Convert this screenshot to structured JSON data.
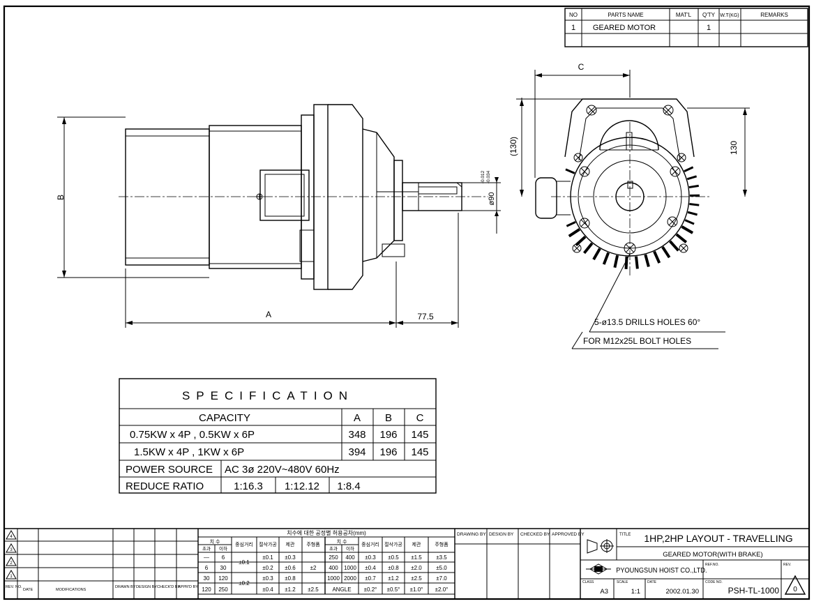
{
  "parts_table": {
    "headers": [
      "NO",
      "PARTS NAME",
      "MAT'L",
      "Q'TY",
      "W.T(KG)",
      "REMARKS"
    ],
    "rows": [
      [
        "1",
        "GEARED MOTOR",
        "",
        "1",
        "",
        ""
      ]
    ]
  },
  "dimensions": {
    "a": "A",
    "b": "B",
    "c": "C",
    "shaft_len": "77.5",
    "diameter_main": "ø90",
    "tol_upper": "-0.012",
    "tol_lower": "-0.034",
    "height_paren": "(130)",
    "height_130": "130"
  },
  "notes": {
    "drills": "5-ø13.5 DRILLS HOLES 60°",
    "bolts": "FOR M12x25L BOLT HOLES"
  },
  "specification": {
    "title": "SPECIFICATION",
    "capacity_header": "CAPACITY",
    "col_a": "A",
    "col_b": "B",
    "col_c": "C",
    "rows": [
      {
        "capacity": "0.75KW x 4P , 0.5KW x 6P",
        "a": "348",
        "b": "196",
        "c": "145"
      },
      {
        "capacity": "1.5KW x 4P , 1KW x 6P",
        "a": "394",
        "b": "196",
        "c": "145"
      }
    ],
    "power_label": "POWER SOURCE",
    "power_value": "AC 3ø 220V~480V 60Hz",
    "ratio_label": "REDUCE RATIO",
    "ratios": [
      "1:16.3",
      "1:12.12",
      "1:8.4"
    ]
  },
  "title_block": {
    "rev_header": [
      "REV. NO.",
      "DATE",
      "MODIFICATIONS",
      "DRAWN BY",
      "DESIGN BY",
      "CHECK'D BY",
      "APPR'D BY"
    ],
    "tolerance_title": "치수에 대한 공정별 허용공차(mm)",
    "tol_head": [
      "치 수",
      "중심거리",
      "절삭가공",
      "제관",
      "주형품"
    ],
    "tol_sub": [
      "초과",
      "이하"
    ],
    "tol_rows": [
      [
        "—",
        "6",
        "±0.1",
        "±0.3"
      ],
      [
        "6",
        "30",
        "±0.2",
        "±0.6"
      ],
      [
        "30",
        "120",
        "±0.3",
        "±0.8"
      ],
      [
        "120",
        "250",
        "±0.4",
        "±1.2"
      ]
    ],
    "tol_center_1": "±0.1",
    "tol_center_2": "±0.2",
    "tol_cast_a": "±2",
    "tol_cast_b": "±2.5",
    "tol_rows_right": [
      [
        "250",
        "400",
        "±0.3",
        "±0.5",
        "±1.5",
        "±3.5"
      ],
      [
        "400",
        "1000",
        "±0.4",
        "±0.8",
        "±2.0",
        "±5.0"
      ],
      [
        "1000",
        "2000",
        "±0.7",
        "±1.2",
        "±2.5",
        "±7.0"
      ],
      [
        "ANGLE",
        "",
        "±0.2°",
        "±0.5°",
        "±1.0°",
        "±2.0°"
      ]
    ],
    "sign_heads": [
      "DRAWING BY",
      "DESIGN BY",
      "CHECKED BY",
      "APPROVED BY"
    ],
    "title_label": "TITLE",
    "title_main": "1HP,2HP LAYOUT - TRAVELLING",
    "title_sub": "GEARED MOTOR(WITH BRAKE)",
    "company": "PYOUNGSUN HOIST CO.,LTD.",
    "ref_no_label": "REF.NO.",
    "rev_label": "REV.",
    "class_label": "CLASS",
    "class_value": "A3",
    "scale_label": "SCALE",
    "scale_value": "1:1",
    "date_label": "DATE",
    "date_value": "2002.01.30",
    "code_label": "CODE NO.",
    "code_value": "PSH-TL-1000",
    "rev_value": "0"
  }
}
